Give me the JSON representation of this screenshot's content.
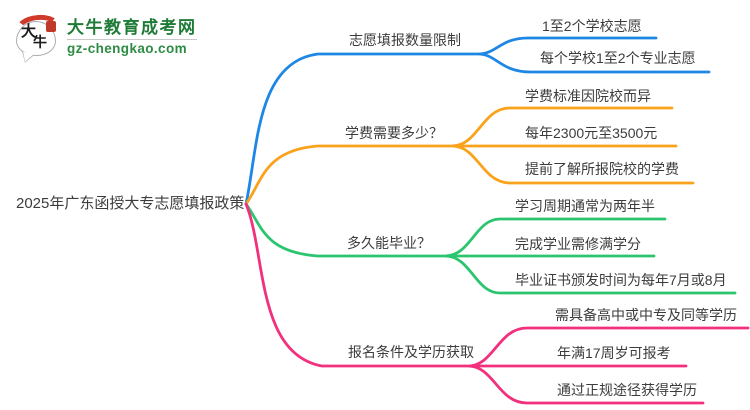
{
  "logo": {
    "brand": "大牛教育成考网",
    "domain": "gz-chengkao.com",
    "icon_char_top": "大",
    "icon_char_bottom": "牛"
  },
  "root": {
    "label": "2025年广东函授大专志愿填报政策"
  },
  "branches": [
    {
      "label": "志愿填报数量限制",
      "color": "#1e87e5",
      "children": [
        "1至2个学校志愿",
        "每个学校1至2个专业志愿"
      ]
    },
    {
      "label": "学费需要多少？",
      "color": "#faa21b",
      "children": [
        "学费标准因院校而异",
        "每年2300元至3500元",
        "提前了解所报院校的学费"
      ]
    },
    {
      "label": "多久能毕业？",
      "color": "#2cc56f",
      "children": [
        "学习周期通常为两年半",
        "完成学业需修满学分",
        "毕业证书颁发时间为每年7月或8月"
      ]
    },
    {
      "label": "报名条件及学历获取",
      "color": "#f2307d",
      "children": [
        "需具备高中或中专及同等学历",
        "年满17周岁可报考",
        "通过正规途径获得学历"
      ]
    }
  ],
  "colors": {
    "text": "#3c3c3c",
    "brand_green": "#1e7b36",
    "logo_red": "#cf3a2a",
    "background": "#ffffff"
  }
}
